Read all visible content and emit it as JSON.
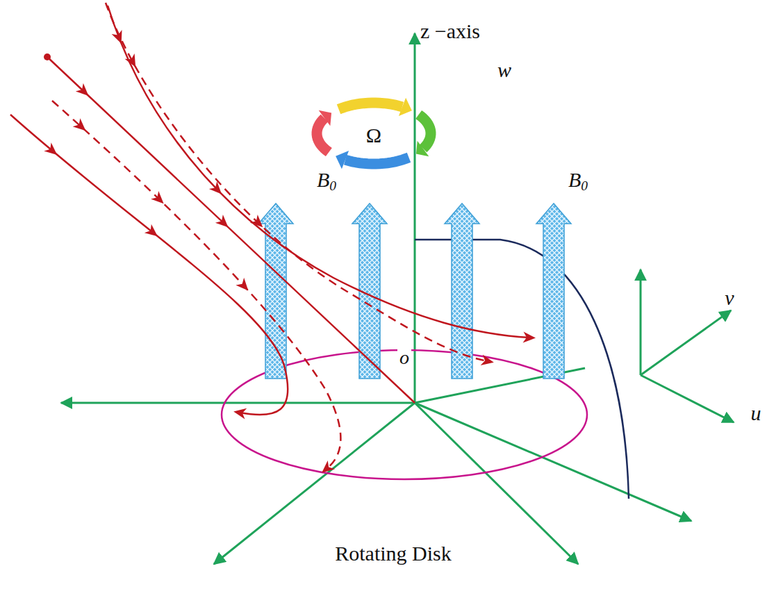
{
  "diagram": {
    "labels": [
      "z −axis",
      "Ω",
      "B0",
      "B0",
      "w",
      "v",
      "u",
      "o",
      "Rotating Disk"
    ]
  }
}
